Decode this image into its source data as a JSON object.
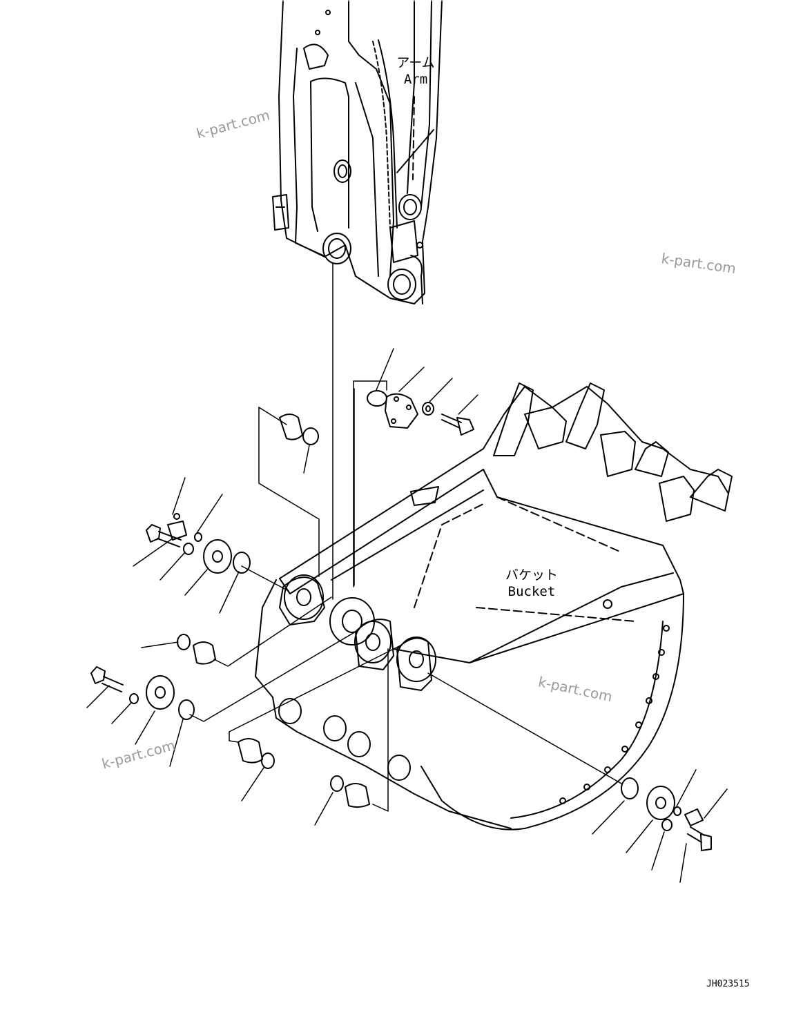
{
  "labels": {
    "arm_jp": "アーム",
    "arm_en": "Arm",
    "bucket_jp": "バケット",
    "bucket_en": "Bucket"
  },
  "watermarks": [
    "k-part.com",
    "k-part.com",
    "k-part.com",
    "k-part.com"
  ],
  "drawing_code": "JH023515"
}
